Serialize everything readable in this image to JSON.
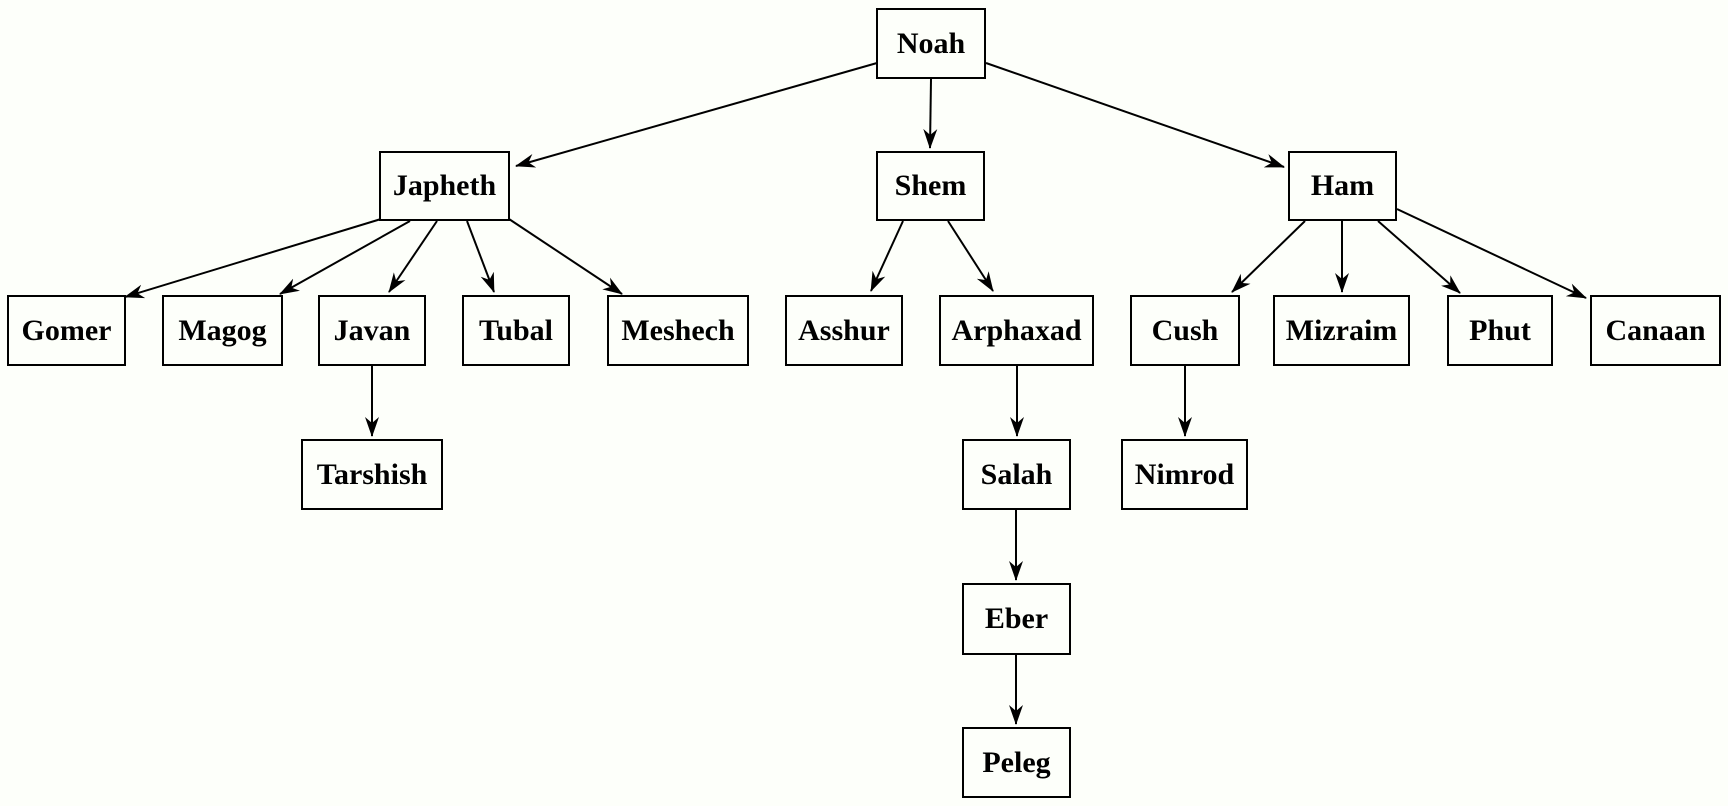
{
  "diagram_type": "family-tree",
  "nodes": [
    {
      "id": "noah",
      "label": "Noah"
    },
    {
      "id": "japheth",
      "label": "Japheth"
    },
    {
      "id": "shem",
      "label": "Shem"
    },
    {
      "id": "ham",
      "label": "Ham"
    },
    {
      "id": "gomer",
      "label": "Gomer"
    },
    {
      "id": "magog",
      "label": "Magog"
    },
    {
      "id": "javan",
      "label": "Javan"
    },
    {
      "id": "tubal",
      "label": "Tubal"
    },
    {
      "id": "meshech",
      "label": "Meshech"
    },
    {
      "id": "asshur",
      "label": "Asshur"
    },
    {
      "id": "arphaxad",
      "label": "Arphaxad"
    },
    {
      "id": "cush",
      "label": "Cush"
    },
    {
      "id": "mizraim",
      "label": "Mizraim"
    },
    {
      "id": "phut",
      "label": "Phut"
    },
    {
      "id": "canaan",
      "label": "Canaan"
    },
    {
      "id": "tarshish",
      "label": "Tarshish"
    },
    {
      "id": "salah",
      "label": "Salah"
    },
    {
      "id": "nimrod",
      "label": "Nimrod"
    },
    {
      "id": "eber",
      "label": "Eber"
    },
    {
      "id": "peleg",
      "label": "Peleg"
    }
  ],
  "edges": [
    {
      "from": "noah",
      "to": "japheth"
    },
    {
      "from": "noah",
      "to": "shem"
    },
    {
      "from": "noah",
      "to": "ham"
    },
    {
      "from": "japheth",
      "to": "gomer"
    },
    {
      "from": "japheth",
      "to": "magog"
    },
    {
      "from": "japheth",
      "to": "javan"
    },
    {
      "from": "japheth",
      "to": "tubal"
    },
    {
      "from": "japheth",
      "to": "meshech"
    },
    {
      "from": "shem",
      "to": "asshur"
    },
    {
      "from": "shem",
      "to": "arphaxad"
    },
    {
      "from": "ham",
      "to": "cush"
    },
    {
      "from": "ham",
      "to": "mizraim"
    },
    {
      "from": "ham",
      "to": "phut"
    },
    {
      "from": "ham",
      "to": "canaan"
    },
    {
      "from": "javan",
      "to": "tarshish"
    },
    {
      "from": "arphaxad",
      "to": "salah"
    },
    {
      "from": "cush",
      "to": "nimrod"
    },
    {
      "from": "salah",
      "to": "eber"
    },
    {
      "from": "eber",
      "to": "peleg"
    }
  ],
  "colors": {
    "background": "#fdfffa",
    "node_border": "#000000",
    "node_fill": "#fdfffa",
    "edge": "#000000",
    "text": "#000000"
  }
}
